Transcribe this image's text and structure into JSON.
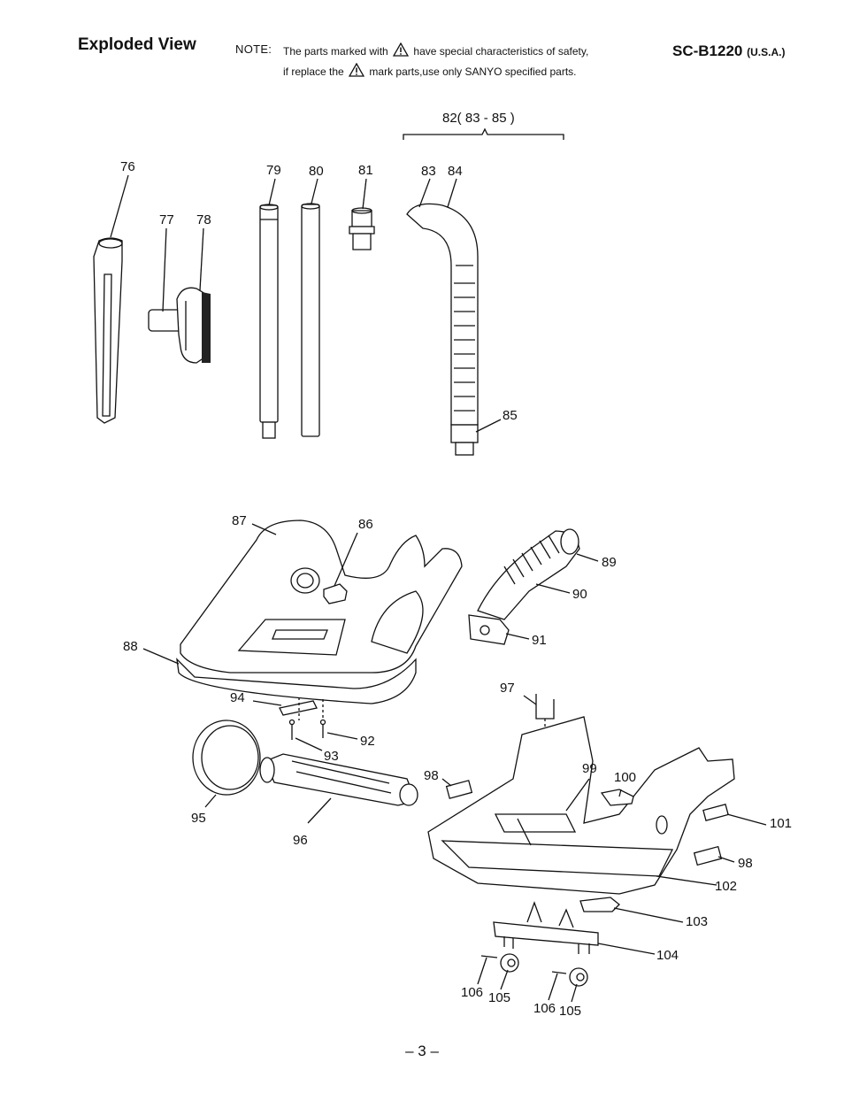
{
  "header": {
    "title": "Exploded View",
    "note_label": "NOTE:",
    "note_line1_pre": "The parts marked with",
    "note_line1_post": "have special characteristics of safety,",
    "note_line2_pre": "if replace the",
    "note_line2_post": "mark parts,use only SANYO specified parts.",
    "model": "SC-B1220",
    "model_region": "(U.S.A.)"
  },
  "warning_icon": "warning-triangle-icon",
  "callouts": [
    {
      "id": "c82",
      "label": "82( 83 - 85 )"
    },
    {
      "id": "c76",
      "label": "76"
    },
    {
      "id": "c77",
      "label": "77"
    },
    {
      "id": "c78",
      "label": "78"
    },
    {
      "id": "c79",
      "label": "79"
    },
    {
      "id": "c80",
      "label": "80"
    },
    {
      "id": "c81",
      "label": "81"
    },
    {
      "id": "c83",
      "label": "83"
    },
    {
      "id": "c84",
      "label": "84"
    },
    {
      "id": "c85",
      "label": "85"
    },
    {
      "id": "c87",
      "label": "87"
    },
    {
      "id": "c86",
      "label": "86"
    },
    {
      "id": "c89",
      "label": "89"
    },
    {
      "id": "c90",
      "label": "90"
    },
    {
      "id": "c88",
      "label": "88"
    },
    {
      "id": "c91",
      "label": "91"
    },
    {
      "id": "c94",
      "label": "94"
    },
    {
      "id": "c97",
      "label": "97"
    },
    {
      "id": "c92",
      "label": "92"
    },
    {
      "id": "c93",
      "label": "93"
    },
    {
      "id": "c98a",
      "label": "98"
    },
    {
      "id": "c99",
      "label": "99"
    },
    {
      "id": "c100",
      "label": "100"
    },
    {
      "id": "c101",
      "label": "101"
    },
    {
      "id": "c95",
      "label": "95"
    },
    {
      "id": "c96",
      "label": "96"
    },
    {
      "id": "c98b",
      "label": "98"
    },
    {
      "id": "c102",
      "label": "102"
    },
    {
      "id": "c103",
      "label": "103"
    },
    {
      "id": "c104",
      "label": "104"
    },
    {
      "id": "c106a",
      "label": "106"
    },
    {
      "id": "c105a",
      "label": "105"
    },
    {
      "id": "c106b",
      "label": "106"
    },
    {
      "id": "c105b",
      "label": "105"
    }
  ],
  "footer": {
    "page_number": "– 3 –"
  }
}
